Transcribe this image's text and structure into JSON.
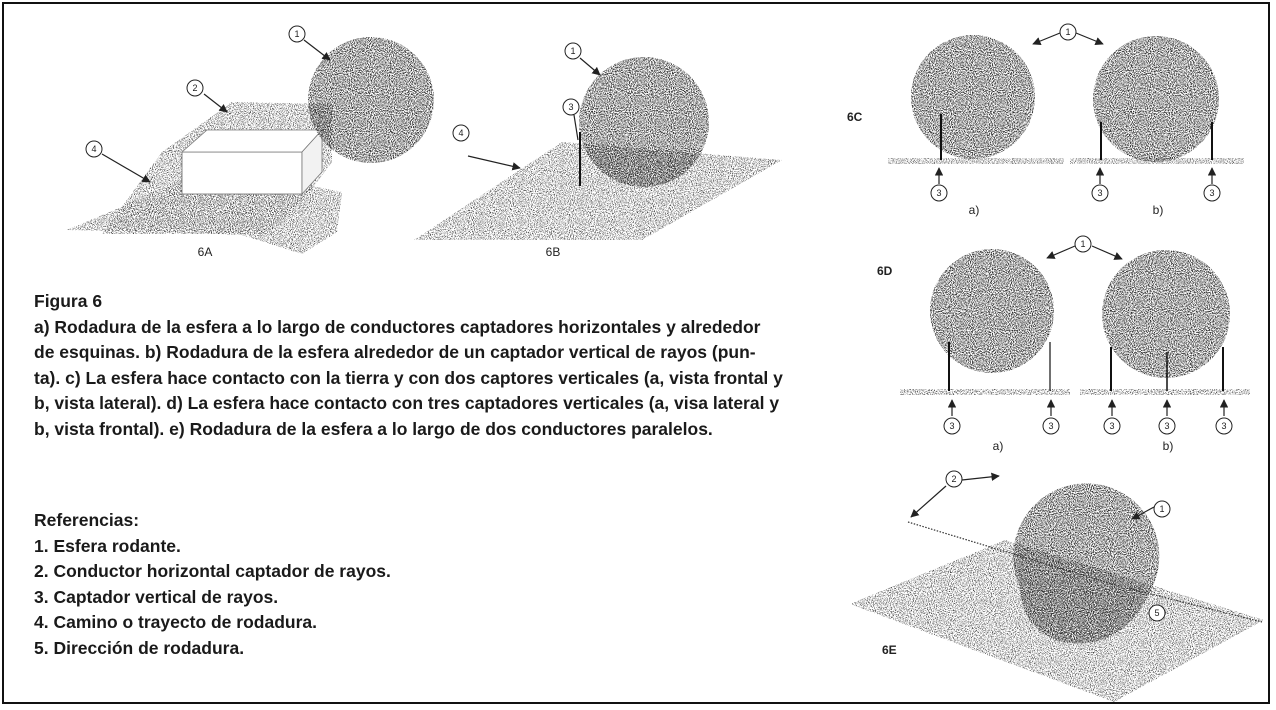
{
  "caption": {
    "title": "Figura 6",
    "lines": [
      "a) Rodadura de la esfera a lo largo de conductores captadores horizontales y alrededor",
      "de esquinas. b) Rodadura de la esfera alrededor de un captador vertical de rayos (pun-",
      "ta). c) La esfera hace contacto con la tierra y con dos captores verticales (a, vista frontal y",
      "b, vista lateral). d) La esfera hace contacto con tres captadores verticales (a, visa lateral y",
      "b, vista frontal). e) Rodadura de la esfera a lo largo de dos conductores paralelos."
    ]
  },
  "references": {
    "heading": "Referencias:",
    "items": [
      "1. Esfera rodante.",
      "2. Conductor horizontal captador de rayos.",
      "3. Captador vertical de rayos.",
      "4. Camino o trayecto de rodadura.",
      "5. Dirección de rodadura."
    ]
  },
  "figures": {
    "a": {
      "label": "6A",
      "markers": [
        "1",
        "2",
        "4"
      ]
    },
    "b": {
      "label": "6B",
      "markers": [
        "1",
        "3",
        "4"
      ]
    },
    "c": {
      "label": "6C",
      "sub_a": "a)",
      "sub_b": "b)",
      "markers": [
        "1",
        "3"
      ]
    },
    "d": {
      "label": "6D",
      "sub_a": "a)",
      "sub_b": "b)",
      "markers": [
        "1",
        "3"
      ]
    },
    "e": {
      "label": "6E",
      "markers": [
        "1",
        "2",
        "5"
      ]
    }
  }
}
